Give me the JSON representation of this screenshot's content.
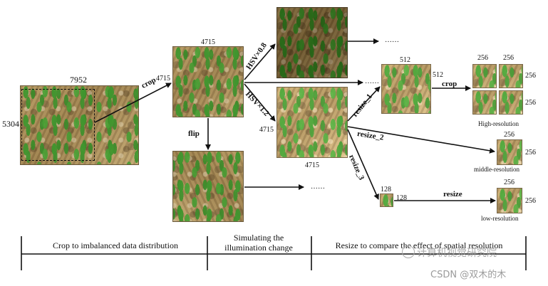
{
  "source": {
    "width": "7952",
    "height": "5304"
  },
  "crop": {
    "size_w": "4715",
    "size_h": "4715",
    "op": "crop"
  },
  "flip": {
    "op": "flip"
  },
  "hsv": {
    "dark": "HSV×0.8",
    "light": "HSV×1.2",
    "size_w": "4715",
    "size_h": "4715"
  },
  "ellipsis": "……",
  "resize1": {
    "op": "resize_1",
    "w": "512",
    "h": "512",
    "crop_op": "crop"
  },
  "resize2": {
    "op": "resize_2"
  },
  "resize3": {
    "op": "resize_3",
    "w": "128",
    "h": "128",
    "resize_op": "resize"
  },
  "tiles": {
    "size": "256"
  },
  "captions": {
    "high": "High-resolution",
    "middle": "middle-resolution",
    "low": "low-resolution"
  },
  "stages": [
    "Crop to imbalanced data distribution",
    "Simulating the illumination change",
    "Resize to  compare the effect of spatial resolution"
  ],
  "watermarks": {
    "wechat": "计算机视觉研究院",
    "csdn": "CSDN @双木的木"
  }
}
